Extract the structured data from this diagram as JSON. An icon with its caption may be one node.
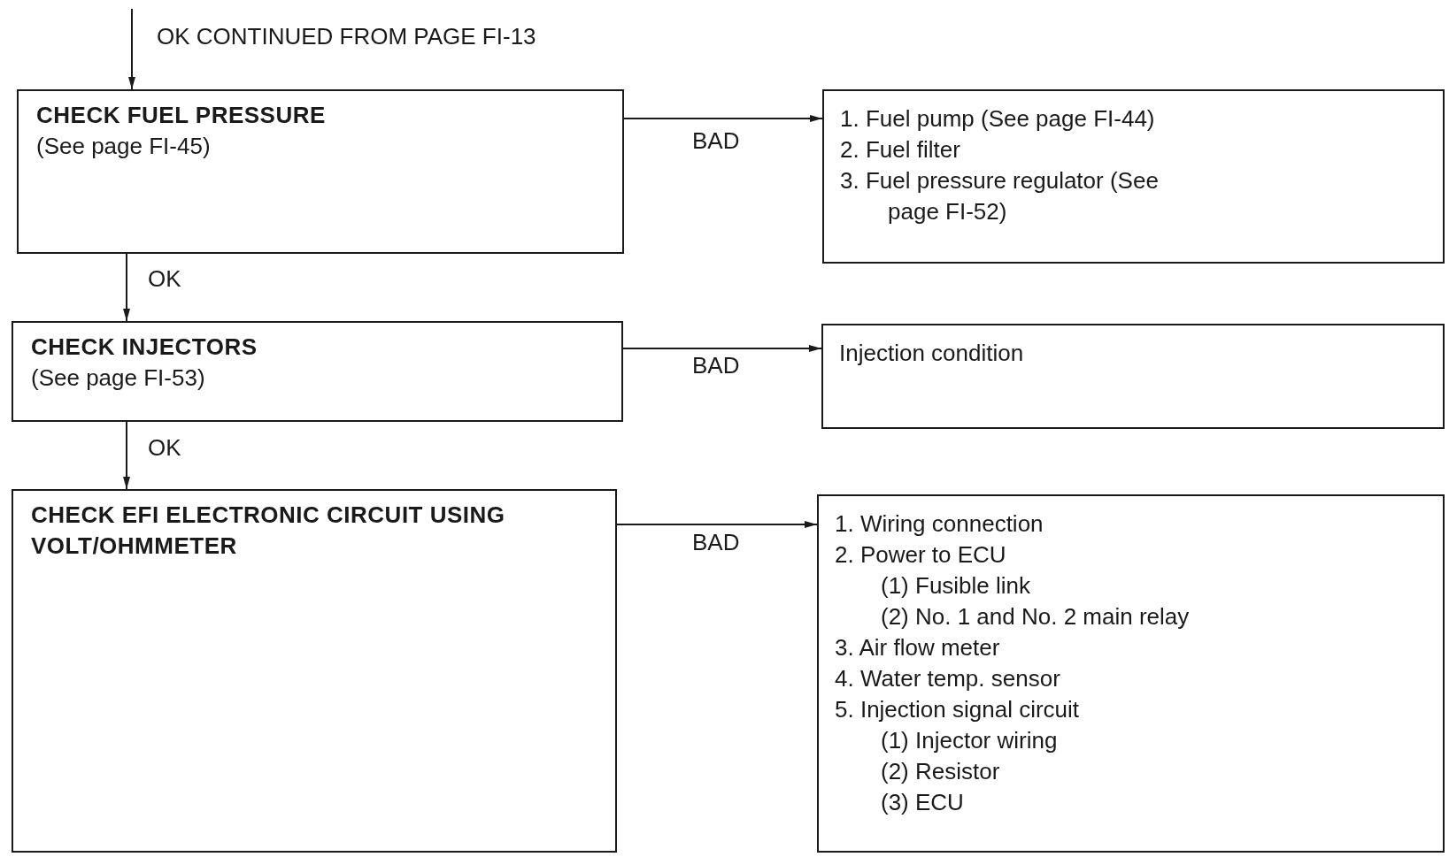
{
  "diagram": {
    "nodes": [
      {
        "text": [
          "CHECK FUEL PRESSURE",
          "(See page FI-45)"
        ]
      },
      {
        "text": [
          "1. Fuel pump (See page FI-44)",
          "2. Fuel filter",
          "3. Fuel pressure regulator (See page FI-52)"
        ]
      },
      {
        "text": [
          "CHECK INJECTORS",
          "(See page FI-53)"
        ]
      },
      {
        "text": [
          "Injection condition"
        ]
      },
      {
        "text": [
          "CHECK EFI ELECTRONIC CIRCUIT USING VOLT/OHMMETER"
        ]
      },
      {
        "text": [
          "1. Wiring connection",
          "2. Power to ECU",
          "(1) Fusible link",
          "(2) No. 1 and No. 2 main relay",
          "3. Air flow meter",
          "4. Water temp. sensor",
          "5. Injection signal circuit",
          "(1) Injector wiring",
          "(2) Resistor",
          "(3) ECU"
        ]
      }
    ],
    "edges": [
      {
        "from": null,
        "to": 0,
        "arrow": "to",
        "label": "OK CONTINUED FROM PAGE FI-13"
      },
      {
        "from": 0,
        "to": 1,
        "arrow": "to",
        "label": "BAD"
      },
      {
        "from": 0,
        "to": 2,
        "arrow": "to",
        "label": "OK"
      },
      {
        "from": 2,
        "to": 3,
        "arrow": "to",
        "label": "BAD"
      },
      {
        "from": 2,
        "to": 4,
        "arrow": "to",
        "label": "OK"
      },
      {
        "from": 4,
        "to": 5,
        "arrow": "to",
        "label": "BAD"
      }
    ]
  }
}
